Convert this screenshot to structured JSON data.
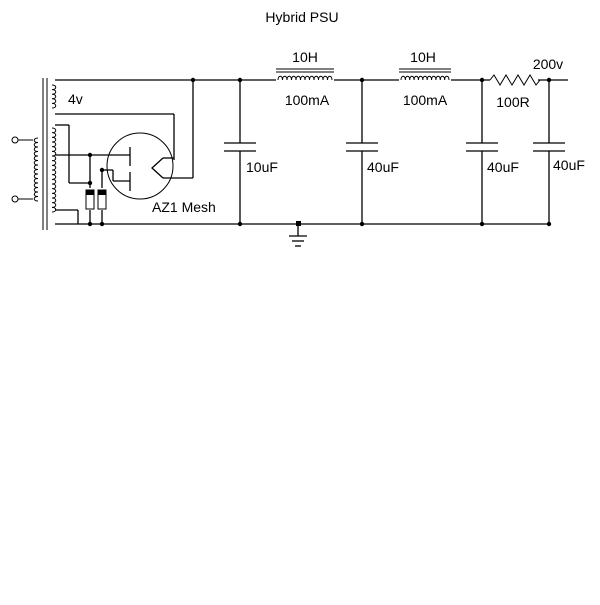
{
  "title": "Hybrid PSU",
  "labels": {
    "secondary_voltage": "4v",
    "tube": "AZ1 Mesh",
    "choke1_inductance": "10H",
    "choke1_current": "100mA",
    "choke2_inductance": "10H",
    "choke2_current": "100mA",
    "resistor": "100R",
    "output_voltage": "200v",
    "cap1": "10uF",
    "cap2": "40uF",
    "cap3": "40uF",
    "cap4": "40uF"
  }
}
